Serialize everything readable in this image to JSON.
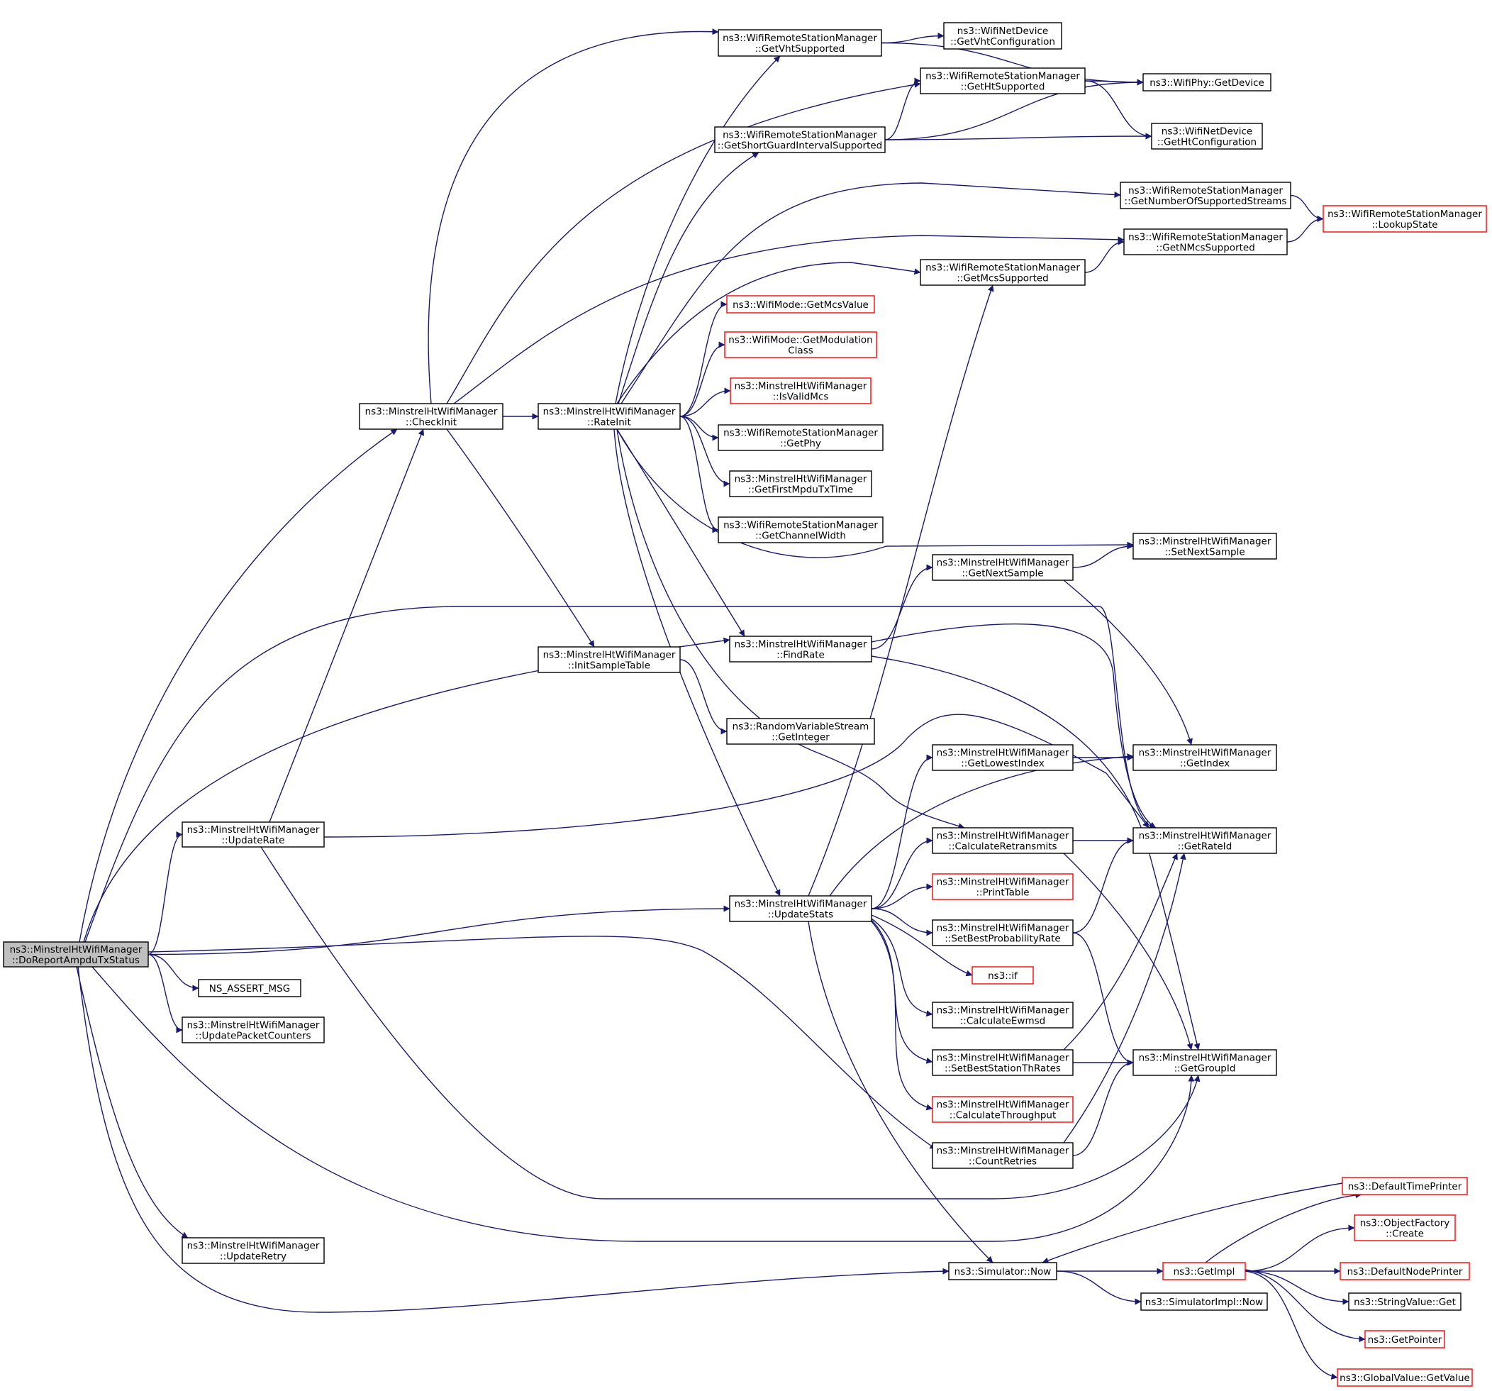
{
  "diagram": {
    "nodes": [
      {
        "id": "root",
        "lines": [
          "ns3::MinstrelHtWifiManager",
          "::DoReportAmpduTxStatus"
        ],
        "style": "root"
      },
      {
        "id": "checkinit",
        "lines": [
          "ns3::MinstrelHtWifiManager",
          "::CheckInit"
        ]
      },
      {
        "id": "updaterate",
        "lines": [
          "ns3::MinstrelHtWifiManager",
          "::UpdateRate"
        ]
      },
      {
        "id": "assert",
        "lines": [
          "NS_ASSERT_MSG"
        ]
      },
      {
        "id": "updpkt",
        "lines": [
          "ns3::MinstrelHtWifiManager",
          "::UpdatePacketCounters"
        ]
      },
      {
        "id": "updretry",
        "lines": [
          "ns3::MinstrelHtWifiManager",
          "::UpdateRetry"
        ]
      },
      {
        "id": "rateinit",
        "lines": [
          "ns3::MinstrelHtWifiManager",
          "::RateInit"
        ]
      },
      {
        "id": "initsample",
        "lines": [
          "ns3::MinstrelHtWifiManager",
          "::InitSampleTable"
        ]
      },
      {
        "id": "vht",
        "lines": [
          "ns3::WifiRemoteStationManager",
          "::GetVhtSupported"
        ]
      },
      {
        "id": "shortgi",
        "lines": [
          "ns3::WifiRemoteStationManager",
          "::GetShortGuardIntervalSupported"
        ]
      },
      {
        "id": "mcsvalue",
        "lines": [
          "ns3::WifiMode::GetMcsValue"
        ],
        "style": "red"
      },
      {
        "id": "modclass",
        "lines": [
          "ns3::WifiMode::GetModulation",
          "Class"
        ],
        "style": "red"
      },
      {
        "id": "isvalid",
        "lines": [
          "ns3::MinstrelHtWifiManager",
          "::IsValidMcs"
        ],
        "style": "red"
      },
      {
        "id": "getphy",
        "lines": [
          "ns3::WifiRemoteStationManager",
          "::GetPhy"
        ]
      },
      {
        "id": "firstmpdu",
        "lines": [
          "ns3::MinstrelHtWifiManager",
          "::GetFirstMpduTxTime"
        ]
      },
      {
        "id": "chanwidth",
        "lines": [
          "ns3::WifiRemoteStationManager",
          "::GetChannelWidth"
        ]
      },
      {
        "id": "findrate",
        "lines": [
          "ns3::MinstrelHtWifiManager",
          "::FindRate"
        ]
      },
      {
        "id": "getinteger",
        "lines": [
          "ns3::RandomVariableStream",
          "::GetInteger"
        ]
      },
      {
        "id": "updstats",
        "lines": [
          "ns3::MinstrelHtWifiManager",
          "::UpdateStats"
        ]
      },
      {
        "id": "vhtconf",
        "lines": [
          "ns3::WifiNetDevice",
          "::GetVhtConfiguration"
        ]
      },
      {
        "id": "ht",
        "lines": [
          "ns3::WifiRemoteStationManager",
          "::GetHtSupported"
        ]
      },
      {
        "id": "mcs",
        "lines": [
          "ns3::WifiRemoteStationManager",
          "::GetMcsSupported"
        ]
      },
      {
        "id": "nextsample",
        "lines": [
          "ns3::MinstrelHtWifiManager",
          "::GetNextSample"
        ]
      },
      {
        "id": "lowest",
        "lines": [
          "ns3::MinstrelHtWifiManager",
          "::GetLowestIndex"
        ]
      },
      {
        "id": "calcret",
        "lines": [
          "ns3::MinstrelHtWifiManager",
          "::CalculateRetransmits"
        ]
      },
      {
        "id": "printtable",
        "lines": [
          "ns3::MinstrelHtWifiManager",
          "::PrintTable"
        ],
        "style": "red"
      },
      {
        "id": "bestprob",
        "lines": [
          "ns3::MinstrelHtWifiManager",
          "::SetBestProbabilityRate"
        ]
      },
      {
        "id": "if",
        "lines": [
          "ns3::if"
        ],
        "style": "red"
      },
      {
        "id": "ewmsd",
        "lines": [
          "ns3::MinstrelHtWifiManager",
          "::CalculateEwmsd"
        ]
      },
      {
        "id": "bestth",
        "lines": [
          "ns3::MinstrelHtWifiManager",
          "::SetBestStationThRates"
        ]
      },
      {
        "id": "calcthr",
        "lines": [
          "ns3::MinstrelHtWifiManager",
          "::CalculateThroughput"
        ],
        "style": "red"
      },
      {
        "id": "countret",
        "lines": [
          "ns3::MinstrelHtWifiManager",
          "::CountRetries"
        ]
      },
      {
        "id": "simnow",
        "lines": [
          "ns3::Simulator::Now"
        ]
      },
      {
        "id": "getdevice",
        "lines": [
          "ns3::WifiPhy::GetDevice"
        ]
      },
      {
        "id": "htconf",
        "lines": [
          "ns3::WifiNetDevice",
          "::GetHtConfiguration"
        ]
      },
      {
        "id": "numstreams",
        "lines": [
          "ns3::WifiRemoteStationManager",
          "::GetNumberOfSupportedStreams"
        ]
      },
      {
        "id": "nmcs",
        "lines": [
          "ns3::WifiRemoteStationManager",
          "::GetNMcsSupported"
        ]
      },
      {
        "id": "setnext",
        "lines": [
          "ns3::MinstrelHtWifiManager",
          "::SetNextSample"
        ]
      },
      {
        "id": "getindex",
        "lines": [
          "ns3::MinstrelHtWifiManager",
          "::GetIndex"
        ]
      },
      {
        "id": "rateid",
        "lines": [
          "ns3::MinstrelHtWifiManager",
          "::GetRateId"
        ]
      },
      {
        "id": "groupid",
        "lines": [
          "ns3::MinstrelHtWifiManager",
          "::GetGroupId"
        ]
      },
      {
        "id": "getimpl",
        "lines": [
          "ns3::GetImpl"
        ],
        "style": "red"
      },
      {
        "id": "simimplnow",
        "lines": [
          "ns3::SimulatorImpl::Now"
        ]
      },
      {
        "id": "lookup",
        "lines": [
          "ns3::WifiRemoteStationManager",
          "::LookupState"
        ],
        "style": "red"
      },
      {
        "id": "deftime",
        "lines": [
          "ns3::DefaultTimePrinter"
        ],
        "style": "red"
      },
      {
        "id": "objfactory",
        "lines": [
          "ns3::ObjectFactory",
          "::Create"
        ],
        "style": "red"
      },
      {
        "id": "defnode",
        "lines": [
          "ns3::DefaultNodePrinter"
        ],
        "style": "red"
      },
      {
        "id": "strvalue",
        "lines": [
          "ns3::StringValue::Get"
        ]
      },
      {
        "id": "getpointer",
        "lines": [
          "ns3::GetPointer"
        ],
        "style": "red"
      },
      {
        "id": "globalvalue",
        "lines": [
          "ns3::GlobalValue::GetValue"
        ],
        "style": "red"
      }
    ],
    "edges": [
      [
        "root",
        "checkinit"
      ],
      [
        "root",
        "updaterate"
      ],
      [
        "root",
        "assert"
      ],
      [
        "root",
        "updpkt"
      ],
      [
        "root",
        "updretry"
      ],
      [
        "root",
        "findrate"
      ],
      [
        "root",
        "updstats"
      ],
      [
        "root",
        "countret"
      ],
      [
        "root",
        "rateid"
      ],
      [
        "root",
        "groupid"
      ],
      [
        "root",
        "simnow"
      ],
      [
        "checkinit",
        "rateinit"
      ],
      [
        "checkinit",
        "initsample"
      ],
      [
        "checkinit",
        "vht"
      ],
      [
        "checkinit",
        "ht"
      ],
      [
        "checkinit",
        "nmcs"
      ],
      [
        "updaterate",
        "checkinit"
      ],
      [
        "updaterate",
        "rateid"
      ],
      [
        "updaterate",
        "groupid"
      ],
      [
        "rateinit",
        "vht"
      ],
      [
        "rateinit",
        "shortgi"
      ],
      [
        "rateinit",
        "numstreams"
      ],
      [
        "rateinit",
        "mcs"
      ],
      [
        "rateinit",
        "mcsvalue"
      ],
      [
        "rateinit",
        "modclass"
      ],
      [
        "rateinit",
        "isvalid"
      ],
      [
        "rateinit",
        "getphy"
      ],
      [
        "rateinit",
        "firstmpdu"
      ],
      [
        "rateinit",
        "chanwidth"
      ],
      [
        "rateinit",
        "setnext"
      ],
      [
        "rateinit",
        "findrate"
      ],
      [
        "rateinit",
        "calcret"
      ],
      [
        "rateinit",
        "updstats"
      ],
      [
        "initsample",
        "getinteger"
      ],
      [
        "vht",
        "vhtconf"
      ],
      [
        "vht",
        "getdevice"
      ],
      [
        "shortgi",
        "ht"
      ],
      [
        "shortgi",
        "getdevice"
      ],
      [
        "shortgi",
        "htconf"
      ],
      [
        "ht",
        "getdevice"
      ],
      [
        "ht",
        "htconf"
      ],
      [
        "findrate",
        "nextsample"
      ],
      [
        "findrate",
        "rateid"
      ],
      [
        "findrate",
        "groupid"
      ],
      [
        "nextsample",
        "setnext"
      ],
      [
        "nextsample",
        "getindex"
      ],
      [
        "mcs",
        "nmcs"
      ],
      [
        "numstreams",
        "lookup"
      ],
      [
        "nmcs",
        "lookup"
      ],
      [
        "updstats",
        "mcs"
      ],
      [
        "updstats",
        "lowest"
      ],
      [
        "updstats",
        "getindex"
      ],
      [
        "updstats",
        "calcret"
      ],
      [
        "updstats",
        "printtable"
      ],
      [
        "updstats",
        "bestprob"
      ],
      [
        "updstats",
        "if"
      ],
      [
        "updstats",
        "ewmsd"
      ],
      [
        "updstats",
        "bestth"
      ],
      [
        "updstats",
        "calcthr"
      ],
      [
        "updstats",
        "simnow"
      ],
      [
        "lowest",
        "getindex"
      ],
      [
        "calcret",
        "rateid"
      ],
      [
        "calcret",
        "groupid"
      ],
      [
        "bestprob",
        "rateid"
      ],
      [
        "bestprob",
        "groupid"
      ],
      [
        "bestth",
        "rateid"
      ],
      [
        "bestth",
        "groupid"
      ],
      [
        "countret",
        "rateid"
      ],
      [
        "countret",
        "groupid"
      ],
      [
        "simnow",
        "getimpl"
      ],
      [
        "simnow",
        "simimplnow"
      ],
      [
        "getimpl",
        "deftime"
      ],
      [
        "getimpl",
        "objfactory"
      ],
      [
        "getimpl",
        "defnode"
      ],
      [
        "getimpl",
        "strvalue"
      ],
      [
        "getimpl",
        "getpointer"
      ],
      [
        "getimpl",
        "globalvalue"
      ],
      [
        "deftime",
        "simnow"
      ]
    ]
  }
}
